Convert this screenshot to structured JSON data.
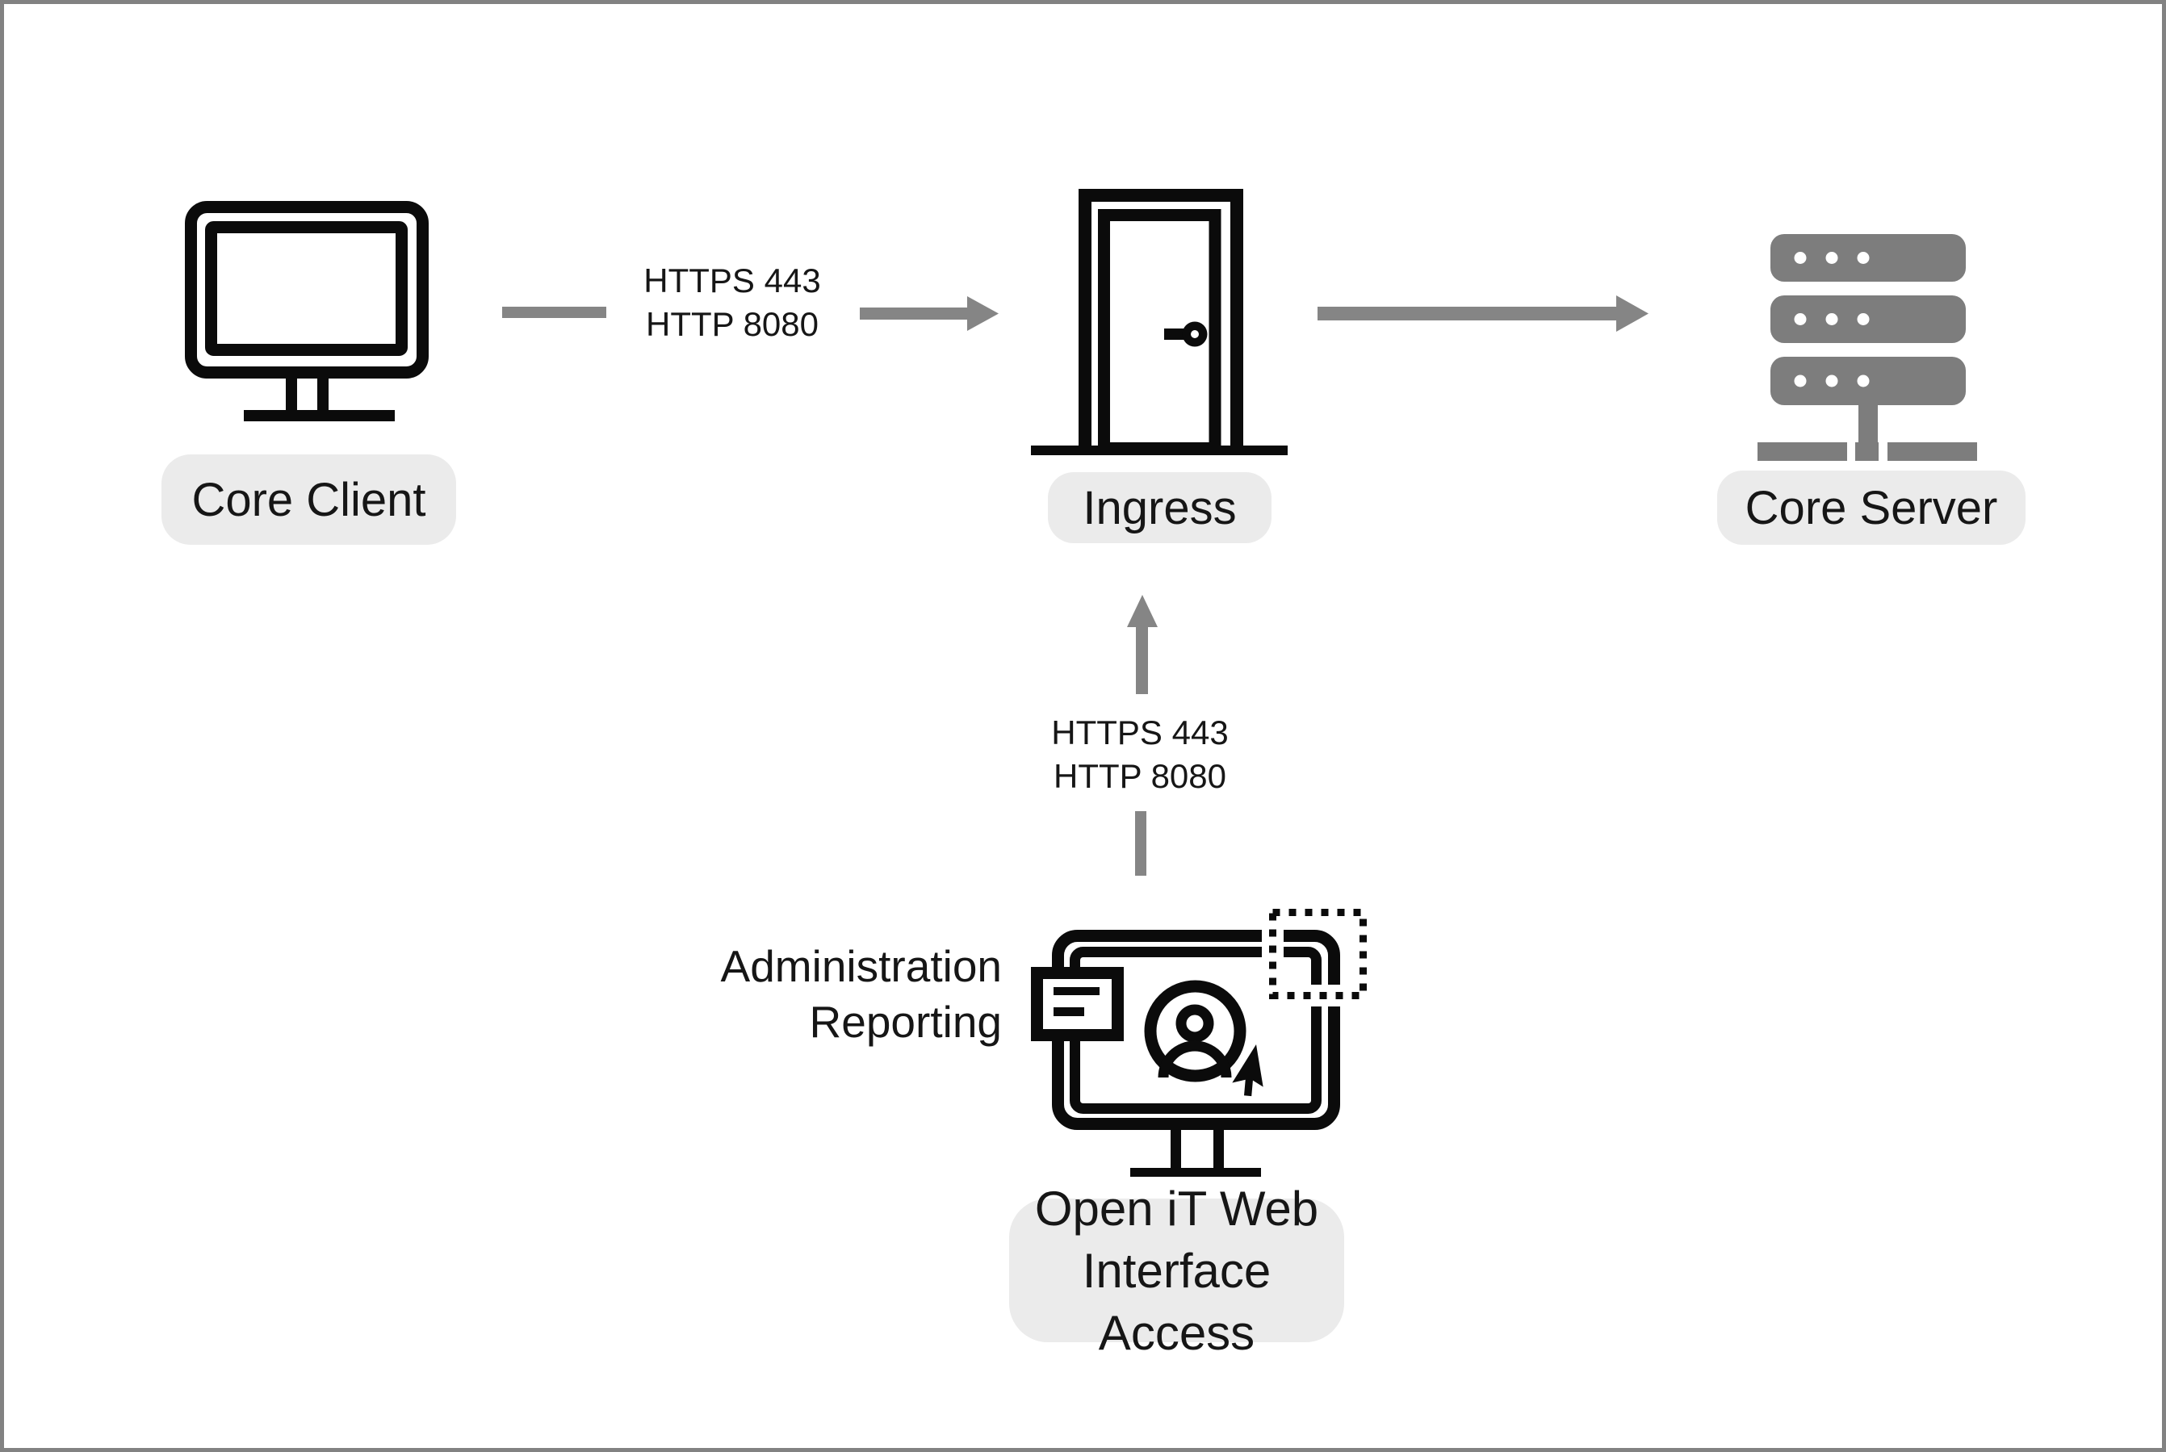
{
  "diagram": {
    "title": "Open iT ingress network flow diagram",
    "nodes": [
      {
        "id": "core-client",
        "label": "Core Client",
        "icon": "desktop-monitor-icon"
      },
      {
        "id": "ingress",
        "label": "Ingress",
        "icon": "door-icon"
      },
      {
        "id": "core-server",
        "label": "Core Server",
        "icon": "server-rack-icon"
      },
      {
        "id": "web-interface",
        "label": "Open iT Web Interface Access",
        "label_lines": [
          "Open iT Web",
          "Interface Access"
        ],
        "annotation_lines": [
          "Administration",
          "Reporting"
        ],
        "icon": "web-interface-monitor-icon"
      }
    ],
    "edges": [
      {
        "from": "core-client",
        "to": "ingress",
        "direction": "right",
        "labels": [
          "HTTPS 443",
          "HTTP 8080"
        ]
      },
      {
        "from": "ingress",
        "to": "core-server",
        "direction": "right",
        "labels": []
      },
      {
        "from": "web-interface",
        "to": "ingress",
        "direction": "up",
        "labels": [
          "HTTPS 443",
          "HTTP 8080"
        ]
      }
    ]
  },
  "colors": {
    "background": "#ffffff",
    "page_border": "#828282",
    "arrow_gray": "#858585",
    "icon_black": "#0b0b0b",
    "server_gray": "#7d7d7d",
    "pill_background": "#ebebeb",
    "text": "#161616"
  }
}
